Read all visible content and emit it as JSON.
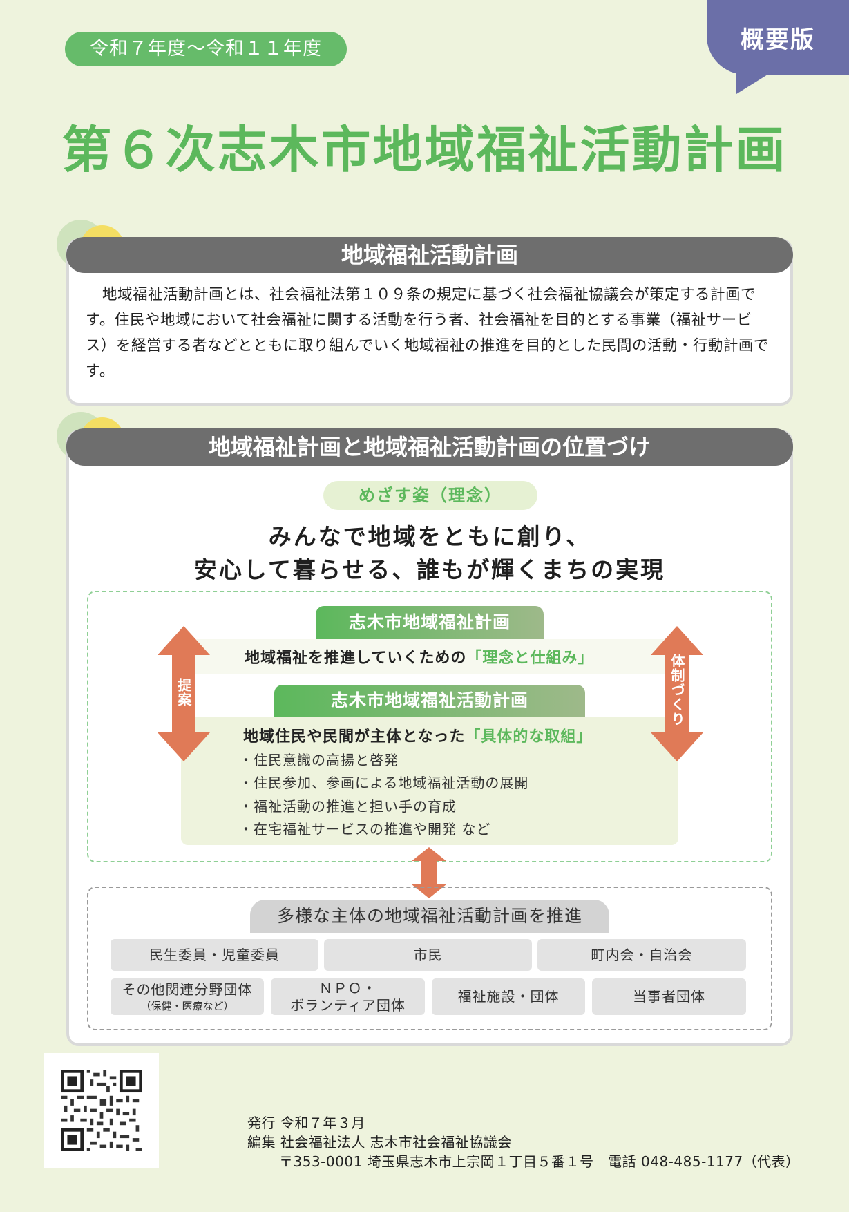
{
  "period_label": "令和７年度～令和１１年度",
  "edition_badge": "概要版",
  "main_title": "第６次志木市地域福祉活動計画",
  "section1": {
    "heading": "地域福祉活動計画",
    "body": "地域福祉活動計画とは、社会福祉法第１０９条の規定に基づく社会福祉協議会が策定する計画です。住民や地域において社会福祉に関する活動を行う者、社会福祉を目的とする事業（福祉サービス）を経営する者などとともに取り組んでいく地域福祉の推進を目的とした民間の活動・行動計画です。"
  },
  "section2": {
    "heading": "地域福祉計画と地域福祉活動計画の位置づけ",
    "vision_label": "めざす姿（理念）",
    "vision_line1": "みんなで地域をともに創り、",
    "vision_line2": "安心して暮らせる、誰もが輝くまちの実現",
    "city_plan_tab": "志木市地域福祉計画",
    "city_plan_text": "地域福祉を推進していくための",
    "city_plan_highlight": "「理念と仕組み」",
    "activity_plan_tab": "志木市地域福祉活動計画",
    "activity_plan_text": "地域住民や民間が主体となった",
    "activity_plan_highlight": "「具体的な取組」",
    "bullets": [
      "・住民意識の高揚と啓発",
      "・住民参加、参画による地域福祉活動の展開",
      "・福祉活動の推進と担い手の育成",
      "・在宅福祉サービスの推進や開発 など"
    ],
    "left_arrow_label": "提案",
    "right_arrow_label": "体制づくり",
    "promotion_tab": "多様な主体の地域福祉活動計画を推進",
    "actors_row1": [
      "民生委員・児童委員",
      "市民",
      "町内会・自治会"
    ],
    "actors_row2_other": "その他関連分野団体",
    "actors_row2_other_sub": "（保健・医療など）",
    "actors_row2_npo_line1": "ＮＰＯ・",
    "actors_row2_npo_line2": "ボランティア団体",
    "actors_row2_facilities": "福祉施設・団体",
    "actors_row2_parties": "当事者団体"
  },
  "footer": {
    "issued": "発行 令和７年３月",
    "editor": "編集 社会福祉法人 志木市社会福祉協議会",
    "address": "〒353-0001 埼玉県志木市上宗岡１丁目５番１号　電話 048-485-1177（代表）"
  },
  "colors": {
    "background": "#eef3dd",
    "accent_green": "#5cb85c",
    "badge_purple": "#6b6fa8",
    "arrow_orange": "#e07a57",
    "heading_grey": "#6e6e6e"
  },
  "icons": [
    "qr-code-icon",
    "double-arrow-icon"
  ]
}
